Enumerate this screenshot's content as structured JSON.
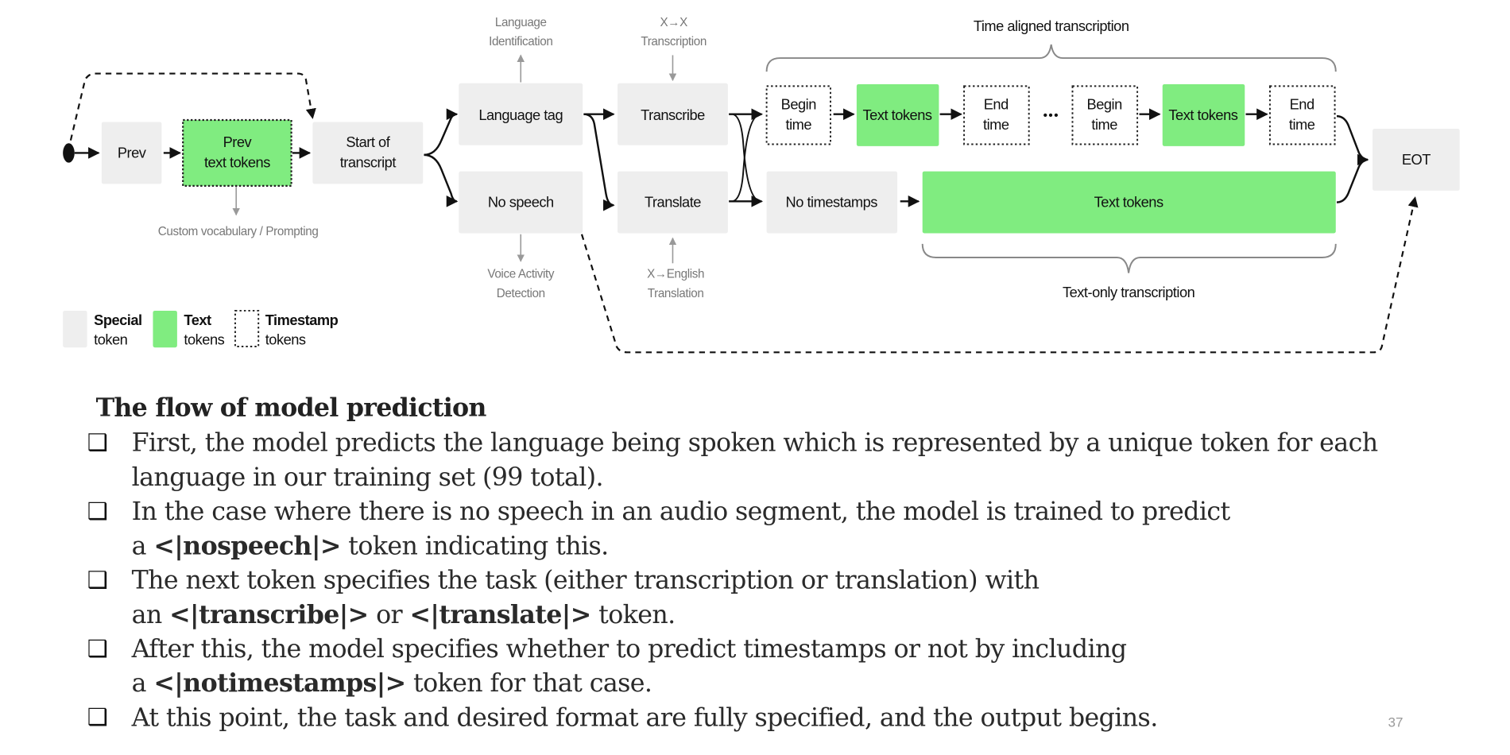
{
  "diagram": {
    "nodes": {
      "prev": "Prev",
      "prev_text_tokens": [
        "Prev",
        "text tokens"
      ],
      "start_of_transcript": [
        "Start of",
        "transcript"
      ],
      "language_tag": "Language tag",
      "no_speech": "No speech",
      "transcribe": "Transcribe",
      "translate": "Translate",
      "begin_time": [
        "Begin",
        "time"
      ],
      "text_tokens": "Text tokens",
      "end_time": [
        "End",
        "time"
      ],
      "ellipsis": "•••",
      "no_timestamps": "No timestamps",
      "eot": "EOT"
    },
    "annotations": {
      "custom_vocab": "Custom vocabulary / Prompting",
      "language_identification": [
        "Language",
        "Identification"
      ],
      "voice_activity_detection": [
        "Voice Activity",
        "Detection"
      ],
      "x_to_x_transcription": [
        "X→X",
        "Transcription"
      ],
      "x_to_english_translation": [
        "X→English",
        "Translation"
      ],
      "time_aligned_transcription": "Time aligned transcription",
      "text_only_transcription": "Text-only transcription"
    },
    "legend": [
      {
        "bold": "Special",
        "regular": "token",
        "kind": "special"
      },
      {
        "bold": "Text",
        "regular": "tokens",
        "kind": "text"
      },
      {
        "bold": "Timestamp",
        "regular": "tokens",
        "kind": "timestamp"
      }
    ],
    "colors": {
      "special_token": "#eeeeee",
      "text_token": "#80ec80",
      "timestamp_border": "#222222"
    }
  },
  "content": {
    "title": "The flow of model prediction",
    "bullets": [
      {
        "lines": [
          [
            {
              "t": "First, the model predicts the language being spoken which is represented by a unique token for each"
            }
          ],
          [
            {
              "t": "language in our training set (99 total)."
            }
          ]
        ]
      },
      {
        "lines": [
          [
            {
              "t": "In the case where there is no speech in an audio segment, the model is trained to predict"
            }
          ],
          [
            {
              "t": "a "
            },
            {
              "t": "<|nospeech|>",
              "b": true
            },
            {
              "t": " token indicating this."
            }
          ]
        ]
      },
      {
        "lines": [
          [
            {
              "t": "The next token specifies the task (either transcription or translation) with"
            }
          ],
          [
            {
              "t": "an "
            },
            {
              "t": "<|transcribe|>",
              "b": true
            },
            {
              "t": " or "
            },
            {
              "t": "<|translate|>",
              "b": true
            },
            {
              "t": " token."
            }
          ]
        ]
      },
      {
        "lines": [
          [
            {
              "t": "After this, the model specifies whether to predict timestamps or not by including"
            }
          ],
          [
            {
              "t": "a "
            },
            {
              "t": "<|notimestamps|>",
              "b": true
            },
            {
              "t": " token for that case."
            }
          ]
        ]
      },
      {
        "lines": [
          [
            {
              "t": "At this point, the task and desired format are fully specified, and the output begins."
            }
          ]
        ]
      }
    ],
    "bullet_icon": "❑",
    "page_number": "37"
  }
}
